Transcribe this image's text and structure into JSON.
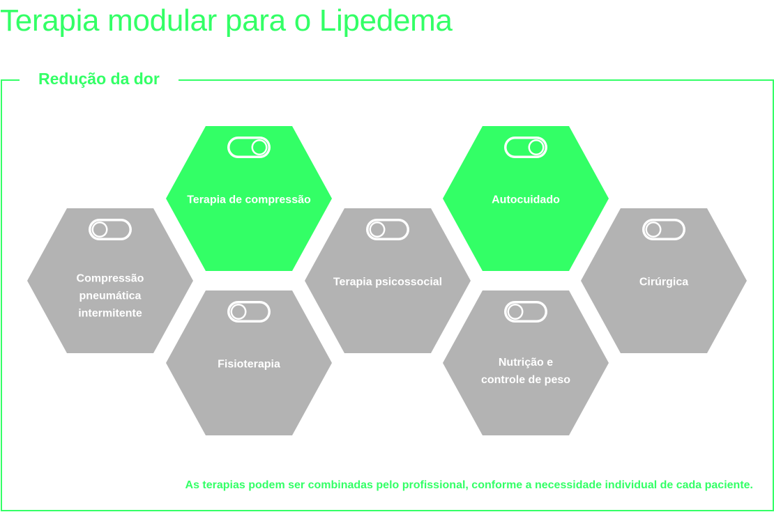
{
  "title": "Terapia modular para o Lipedema",
  "section_label": "Redução da dor",
  "footnote": "As terapias podem ser combinadas pelo profissional, conforme a necessidade individual de cada paciente.",
  "colors": {
    "accent": "#33ff66",
    "inactive": "#b3b3b3",
    "text_on_hex": "#ffffff"
  },
  "modules": [
    {
      "label": "Compressão\npneumática\nintermitente",
      "active": false,
      "toggle": "off"
    },
    {
      "label": "Terapia de compressão",
      "active": true,
      "toggle": "on"
    },
    {
      "label": "Fisioterapia",
      "active": false,
      "toggle": "off"
    },
    {
      "label": "Terapia psicossocial",
      "active": false,
      "toggle": "off"
    },
    {
      "label": "Autocuidado",
      "active": true,
      "toggle": "on"
    },
    {
      "label": "Nutrição e\ncontrole de peso",
      "active": false,
      "toggle": "off"
    },
    {
      "label": "Cirúrgica",
      "active": false,
      "toggle": "off"
    }
  ]
}
